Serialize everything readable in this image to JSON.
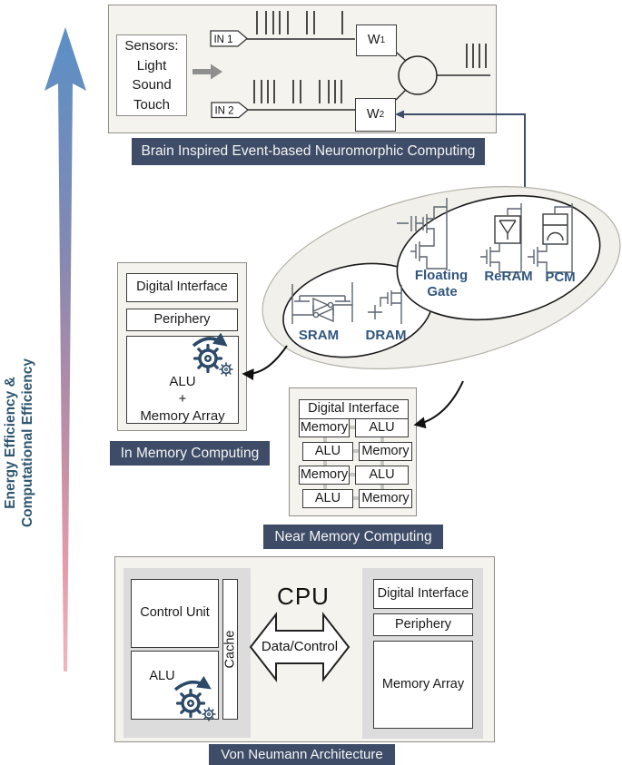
{
  "efficiency_axis": {
    "line1": "Energy Efficiency &",
    "line2": "Computational Efficiency"
  },
  "neuromorphic": {
    "label": "Brain Inspired Event-based Neuromorphic Computing",
    "sensors": {
      "title": "Sensors:",
      "items": [
        "Light",
        "Sound",
        "Touch"
      ]
    },
    "input1": "IN 1",
    "input2": "IN 2",
    "weight1": {
      "base": "W",
      "sub": "1"
    },
    "weight2": {
      "base": "W",
      "sub": "2"
    }
  },
  "memory_devices": {
    "sram": "SRAM",
    "dram": "DRAM",
    "floating_gate": {
      "line1": "Floating",
      "line2": "Gate"
    },
    "reram": "ReRAM",
    "pcm": "PCM"
  },
  "in_memory": {
    "label": "In Memory Computing",
    "digital_interface": "Digital Interface",
    "periphery": "Periphery",
    "alu_plus_memory": {
      "line1": "ALU",
      "line2": "+",
      "line3": "Memory Array"
    }
  },
  "near_memory": {
    "label": "Near Memory Computing",
    "digital_interface": "Digital Interface",
    "rows": [
      [
        "Memory",
        "ALU"
      ],
      [
        "ALU",
        "Memory"
      ],
      [
        "Memory",
        "ALU"
      ],
      [
        "ALU",
        "Memory"
      ]
    ]
  },
  "von_neumann": {
    "label": "Von Neumann Architecture",
    "cpu": "CPU",
    "control_unit": "Control Unit",
    "alu": "ALU",
    "cache": "Cache",
    "bus": "Data/Control",
    "digital_interface": "Digital Interface",
    "periphery": "Periphery",
    "memory_array": "Memory Array"
  },
  "colors": {
    "label_bg": "#3e4c68",
    "panel_bg": "#f4f3ee",
    "panel_gray": "#dcdcdc",
    "accent_navy": "#2c4a68",
    "device_label": "#31567d",
    "efficiency_text": "#2d566f",
    "arrow_gradient_top": "#5a90c6",
    "arrow_gradient_bottom": "#f0b6bd"
  }
}
